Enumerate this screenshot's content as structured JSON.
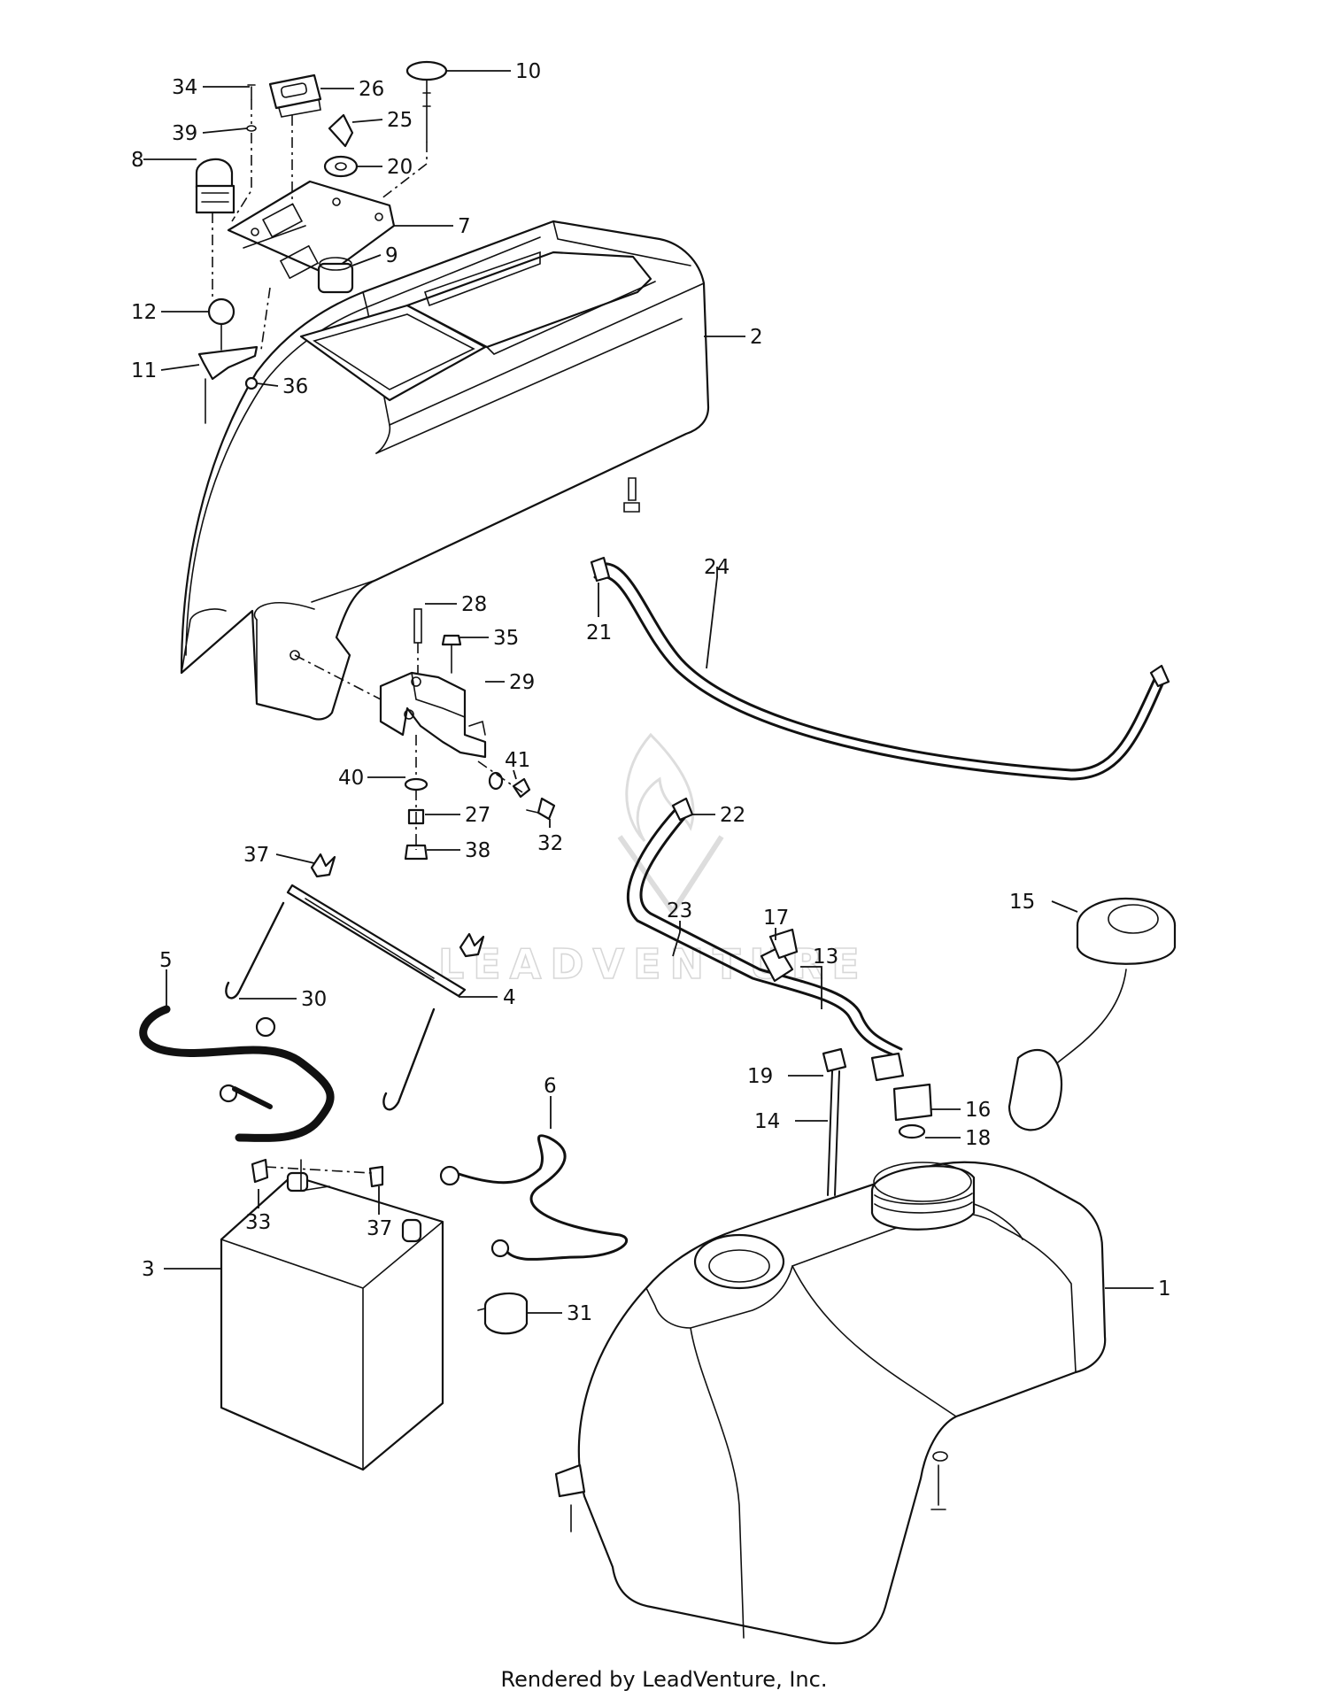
{
  "watermark": "LEADVENTURE",
  "footer": "Rendered by LeadVenture, Inc.",
  "callouts": [
    {
      "id": "c34",
      "label": "34"
    },
    {
      "id": "c26",
      "label": "26"
    },
    {
      "id": "c10",
      "label": "10"
    },
    {
      "id": "c39",
      "label": "39"
    },
    {
      "id": "c25",
      "label": "25"
    },
    {
      "id": "c8",
      "label": "8"
    },
    {
      "id": "c20",
      "label": "20"
    },
    {
      "id": "c7",
      "label": "7"
    },
    {
      "id": "c9",
      "label": "9"
    },
    {
      "id": "c2",
      "label": "2"
    },
    {
      "id": "c12",
      "label": "12"
    },
    {
      "id": "c11",
      "label": "11"
    },
    {
      "id": "c36",
      "label": "36"
    },
    {
      "id": "c24",
      "label": "24"
    },
    {
      "id": "c28",
      "label": "28"
    },
    {
      "id": "c21",
      "label": "21"
    },
    {
      "id": "c35",
      "label": "35"
    },
    {
      "id": "c29",
      "label": "29"
    },
    {
      "id": "c41",
      "label": "41"
    },
    {
      "id": "c40",
      "label": "40"
    },
    {
      "id": "c27",
      "label": "27"
    },
    {
      "id": "c22",
      "label": "22"
    },
    {
      "id": "c38",
      "label": "38"
    },
    {
      "id": "c32",
      "label": "32"
    },
    {
      "id": "c37a",
      "label": "37"
    },
    {
      "id": "c15",
      "label": "15"
    },
    {
      "id": "c23",
      "label": "23"
    },
    {
      "id": "c17",
      "label": "17"
    },
    {
      "id": "c5",
      "label": "5"
    },
    {
      "id": "c13",
      "label": "13"
    },
    {
      "id": "c30",
      "label": "30"
    },
    {
      "id": "c4",
      "label": "4"
    },
    {
      "id": "c6",
      "label": "6"
    },
    {
      "id": "c19",
      "label": "19"
    },
    {
      "id": "c16",
      "label": "16"
    },
    {
      "id": "c14",
      "label": "14"
    },
    {
      "id": "c18",
      "label": "18"
    },
    {
      "id": "c33",
      "label": "33"
    },
    {
      "id": "c37b",
      "label": "37"
    },
    {
      "id": "c3",
      "label": "3"
    },
    {
      "id": "c1",
      "label": "1"
    },
    {
      "id": "c31",
      "label": "31"
    }
  ]
}
